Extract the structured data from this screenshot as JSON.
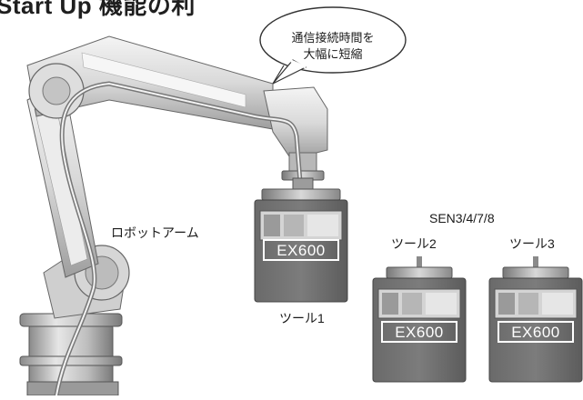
{
  "header": {
    "title_fragment": "Start Up 機能の利"
  },
  "callout": {
    "line1": "通信接続時間を",
    "line2": "大幅に短縮"
  },
  "robot": {
    "label": "ロボットアーム"
  },
  "group": {
    "label": "SEN3/4/7/8"
  },
  "tools": [
    {
      "label": "ツール1",
      "module": "EX600"
    },
    {
      "label": "ツール2",
      "module": "EX600"
    },
    {
      "label": "ツール3",
      "module": "EX600"
    }
  ]
}
